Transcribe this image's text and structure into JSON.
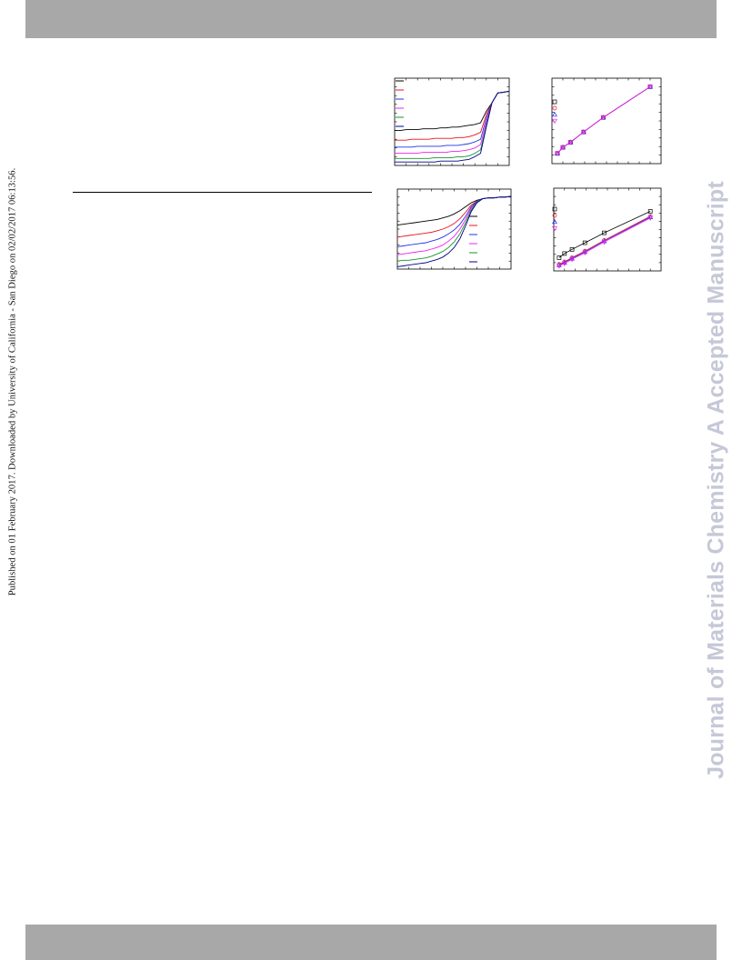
{
  "page": {
    "side_note": "Published on 01 February 2017. Downloaded by University of California - San Diego on 02/02/2017 06:13:56.",
    "watermark": "Journal of Materials Chemistry A Accepted Manuscript"
  },
  "colors": {
    "header_bar": "#a8a8a8",
    "watermark": "#c6c8d8",
    "series": [
      "#000000",
      "#e8101c",
      "#2233e6",
      "#f020f0",
      "#14962a",
      "#00008b"
    ]
  },
  "chart_data": [
    {
      "type": "line",
      "panel": "top-left",
      "legend": "top-left",
      "x": [
        0,
        0.05,
        0.1,
        0.15,
        0.2,
        0.25,
        0.3,
        0.35,
        0.4,
        0.45,
        0.5,
        0.55,
        0.6,
        0.65,
        0.7,
        0.75,
        0.8,
        0.85,
        0.9,
        0.95,
        1.0
      ],
      "xlim": [
        0,
        1
      ],
      "ylim": [
        0,
        1
      ],
      "series": [
        {
          "color": "#000000",
          "values": [
            0.4,
            0.4,
            0.41,
            0.41,
            0.41,
            0.42,
            0.42,
            0.42,
            0.43,
            0.43,
            0.44,
            0.44,
            0.45,
            0.46,
            0.47,
            0.49,
            0.62,
            0.72,
            0.83,
            0.84,
            0.85
          ]
        },
        {
          "color": "#e8101c",
          "values": [
            0.29,
            0.29,
            0.29,
            0.3,
            0.3,
            0.3,
            0.3,
            0.31,
            0.31,
            0.31,
            0.31,
            0.32,
            0.32,
            0.33,
            0.35,
            0.38,
            0.58,
            0.72,
            0.83,
            0.84,
            0.85
          ]
        },
        {
          "color": "#2233e6",
          "values": [
            0.21,
            0.21,
            0.21,
            0.21,
            0.22,
            0.22,
            0.22,
            0.22,
            0.22,
            0.23,
            0.23,
            0.23,
            0.24,
            0.25,
            0.27,
            0.3,
            0.54,
            0.72,
            0.83,
            0.84,
            0.85
          ]
        },
        {
          "color": "#f020f0",
          "values": [
            0.14,
            0.14,
            0.14,
            0.14,
            0.14,
            0.15,
            0.15,
            0.15,
            0.15,
            0.15,
            0.16,
            0.16,
            0.17,
            0.18,
            0.2,
            0.24,
            0.5,
            0.72,
            0.83,
            0.84,
            0.85
          ]
        },
        {
          "color": "#14962a",
          "values": [
            0.08,
            0.08,
            0.08,
            0.08,
            0.08,
            0.08,
            0.08,
            0.09,
            0.09,
            0.09,
            0.09,
            0.1,
            0.1,
            0.11,
            0.14,
            0.18,
            0.46,
            0.72,
            0.83,
            0.84,
            0.85
          ]
        },
        {
          "color": "#00008b",
          "values": [
            0.04,
            0.04,
            0.04,
            0.04,
            0.04,
            0.04,
            0.04,
            0.04,
            0.05,
            0.05,
            0.05,
            0.05,
            0.06,
            0.07,
            0.1,
            0.14,
            0.44,
            0.72,
            0.83,
            0.84,
            0.85
          ]
        }
      ]
    },
    {
      "type": "scatter",
      "panel": "top-right",
      "legend": "top-left",
      "xlim": [
        0,
        1
      ],
      "ylim": [
        0,
        1
      ],
      "series": [
        {
          "color": "#000000",
          "marker": "square",
          "x": [
            0.05,
            0.1,
            0.17,
            0.29,
            0.47,
            0.9
          ],
          "y": [
            0.12,
            0.19,
            0.25,
            0.37,
            0.54,
            0.9
          ]
        },
        {
          "color": "#e8101c",
          "marker": "circle",
          "x": [
            0.05,
            0.1,
            0.17,
            0.29,
            0.47,
            0.9
          ],
          "y": [
            0.12,
            0.19,
            0.25,
            0.37,
            0.54,
            0.9
          ]
        },
        {
          "color": "#2233e6",
          "marker": "triangle-up",
          "x": [
            0.05,
            0.1,
            0.17,
            0.29,
            0.47,
            0.9
          ],
          "y": [
            0.12,
            0.19,
            0.25,
            0.37,
            0.54,
            0.9
          ]
        },
        {
          "color": "#f020f0",
          "marker": "triangle-down",
          "x": [
            0.05,
            0.1,
            0.17,
            0.29,
            0.47,
            0.9
          ],
          "y": [
            0.12,
            0.19,
            0.25,
            0.37,
            0.54,
            0.9
          ]
        }
      ]
    },
    {
      "type": "line",
      "panel": "bottom-left",
      "legend": "right",
      "x": [
        0,
        0.05,
        0.1,
        0.15,
        0.2,
        0.25,
        0.3,
        0.35,
        0.4,
        0.45,
        0.5,
        0.55,
        0.6,
        0.65,
        0.7,
        0.75,
        0.8,
        0.85,
        0.9,
        0.95,
        1.0
      ],
      "xlim": [
        0,
        1
      ],
      "ylim": [
        0,
        1
      ],
      "series": [
        {
          "color": "#000000",
          "values": [
            0.55,
            0.56,
            0.57,
            0.58,
            0.59,
            0.6,
            0.61,
            0.62,
            0.64,
            0.66,
            0.69,
            0.73,
            0.78,
            0.83,
            0.86,
            0.88,
            0.89,
            0.89,
            0.9,
            0.9,
            0.91
          ]
        },
        {
          "color": "#e8101c",
          "values": [
            0.4,
            0.41,
            0.42,
            0.43,
            0.44,
            0.45,
            0.46,
            0.48,
            0.5,
            0.53,
            0.57,
            0.63,
            0.71,
            0.8,
            0.85,
            0.88,
            0.89,
            0.89,
            0.9,
            0.9,
            0.91
          ]
        },
        {
          "color": "#2233e6",
          "values": [
            0.28,
            0.29,
            0.3,
            0.31,
            0.32,
            0.33,
            0.35,
            0.37,
            0.4,
            0.44,
            0.49,
            0.56,
            0.66,
            0.78,
            0.85,
            0.88,
            0.89,
            0.89,
            0.9,
            0.9,
            0.91
          ]
        },
        {
          "color": "#f020f0",
          "values": [
            0.18,
            0.19,
            0.2,
            0.21,
            0.22,
            0.23,
            0.25,
            0.27,
            0.3,
            0.35,
            0.41,
            0.5,
            0.62,
            0.76,
            0.84,
            0.88,
            0.89,
            0.89,
            0.9,
            0.9,
            0.91
          ]
        },
        {
          "color": "#14962a",
          "values": [
            0.1,
            0.11,
            0.11,
            0.12,
            0.13,
            0.14,
            0.16,
            0.19,
            0.22,
            0.27,
            0.34,
            0.44,
            0.58,
            0.74,
            0.84,
            0.88,
            0.89,
            0.89,
            0.9,
            0.9,
            0.91
          ]
        },
        {
          "color": "#00008b",
          "values": [
            0.03,
            0.04,
            0.05,
            0.06,
            0.07,
            0.08,
            0.1,
            0.12,
            0.15,
            0.2,
            0.27,
            0.38,
            0.54,
            0.72,
            0.83,
            0.88,
            0.89,
            0.89,
            0.9,
            0.9,
            0.91
          ]
        }
      ]
    },
    {
      "type": "scatter",
      "panel": "bottom-right",
      "legend": "top-left",
      "xlim": [
        0,
        1
      ],
      "ylim": [
        0,
        1
      ],
      "series": [
        {
          "color": "#000000",
          "marker": "square",
          "x": [
            0.05,
            0.1,
            0.17,
            0.29,
            0.47,
            0.9
          ],
          "y": [
            0.16,
            0.21,
            0.26,
            0.34,
            0.46,
            0.72
          ]
        },
        {
          "color": "#e8101c",
          "marker": "circle",
          "x": [
            0.05,
            0.1,
            0.17,
            0.29,
            0.47,
            0.9
          ],
          "y": [
            0.08,
            0.11,
            0.16,
            0.24,
            0.37,
            0.66
          ]
        },
        {
          "color": "#2233e6",
          "marker": "triangle-up",
          "x": [
            0.05,
            0.1,
            0.17,
            0.29,
            0.47,
            0.9
          ],
          "y": [
            0.07,
            0.1,
            0.15,
            0.23,
            0.36,
            0.65
          ]
        },
        {
          "color": "#f020f0",
          "marker": "triangle-down",
          "x": [
            0.05,
            0.1,
            0.17,
            0.29,
            0.47,
            0.9
          ],
          "y": [
            0.06,
            0.09,
            0.14,
            0.22,
            0.35,
            0.64
          ]
        }
      ]
    }
  ]
}
